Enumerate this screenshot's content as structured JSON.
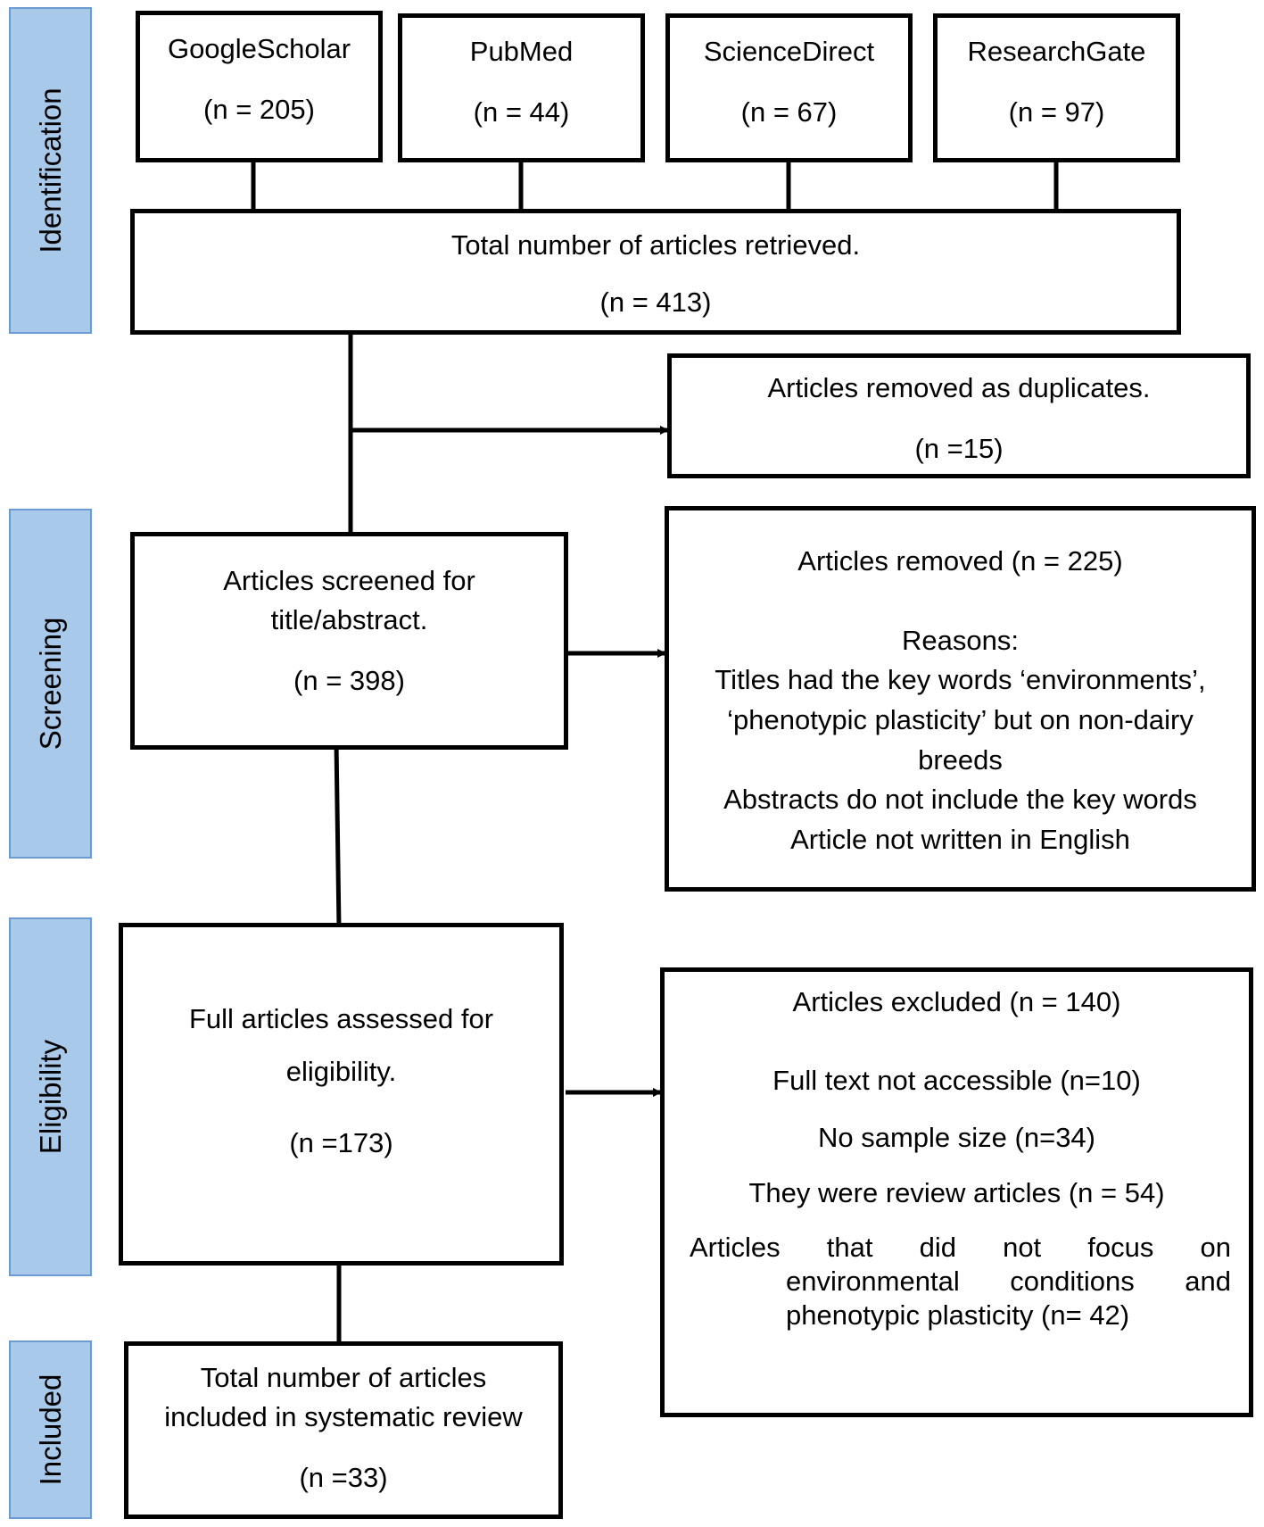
{
  "phases": {
    "identification": "Identification",
    "screening": "Screening",
    "eligibility": "Eligibility",
    "included": "Included"
  },
  "sources": [
    {
      "name": "GoogleScholar",
      "count": "(n = 205)"
    },
    {
      "name": "PubMed",
      "count": "(n = 44)"
    },
    {
      "name": "ScienceDirect",
      "count": "(n = 67)"
    },
    {
      "name": "ResearchGate",
      "count": "(n = 97)"
    }
  ],
  "total_retrieved": {
    "text": "Total number of articles retrieved.",
    "count": "(n = 413)"
  },
  "duplicates": {
    "text": "Articles removed as duplicates.",
    "count": "(n =15)"
  },
  "screened": {
    "line1": "Articles screened for",
    "line2": "title/abstract.",
    "count": "(n = 398)"
  },
  "removed": {
    "heading": "Articles removed (n = 225)",
    "reasons_label": "Reasons:",
    "reasons": [
      "Titles had the key words ‘environments’,",
      "‘phenotypic plasticity’ but on non-dairy",
      "breeds",
      "Abstracts do not include the key words",
      "Article not written in English"
    ]
  },
  "eligibility": {
    "line1": "Full articles assessed for",
    "line2": "eligibility.",
    "count": "(n =173)"
  },
  "excluded": {
    "heading": "Articles excluded (n = 140)",
    "items": [
      "Full text not accessible (n=10)",
      "No sample size (n=34)",
      "They were review articles (n = 54)"
    ],
    "last_item": {
      "lead": "Articles that did not focus on",
      "line2": "environmental conditions and",
      "line3": "phenotypic plasticity (n= 42)"
    }
  },
  "included": {
    "line1": "Total number of articles",
    "line2": "included in systematic review",
    "count": "(n =33)"
  }
}
